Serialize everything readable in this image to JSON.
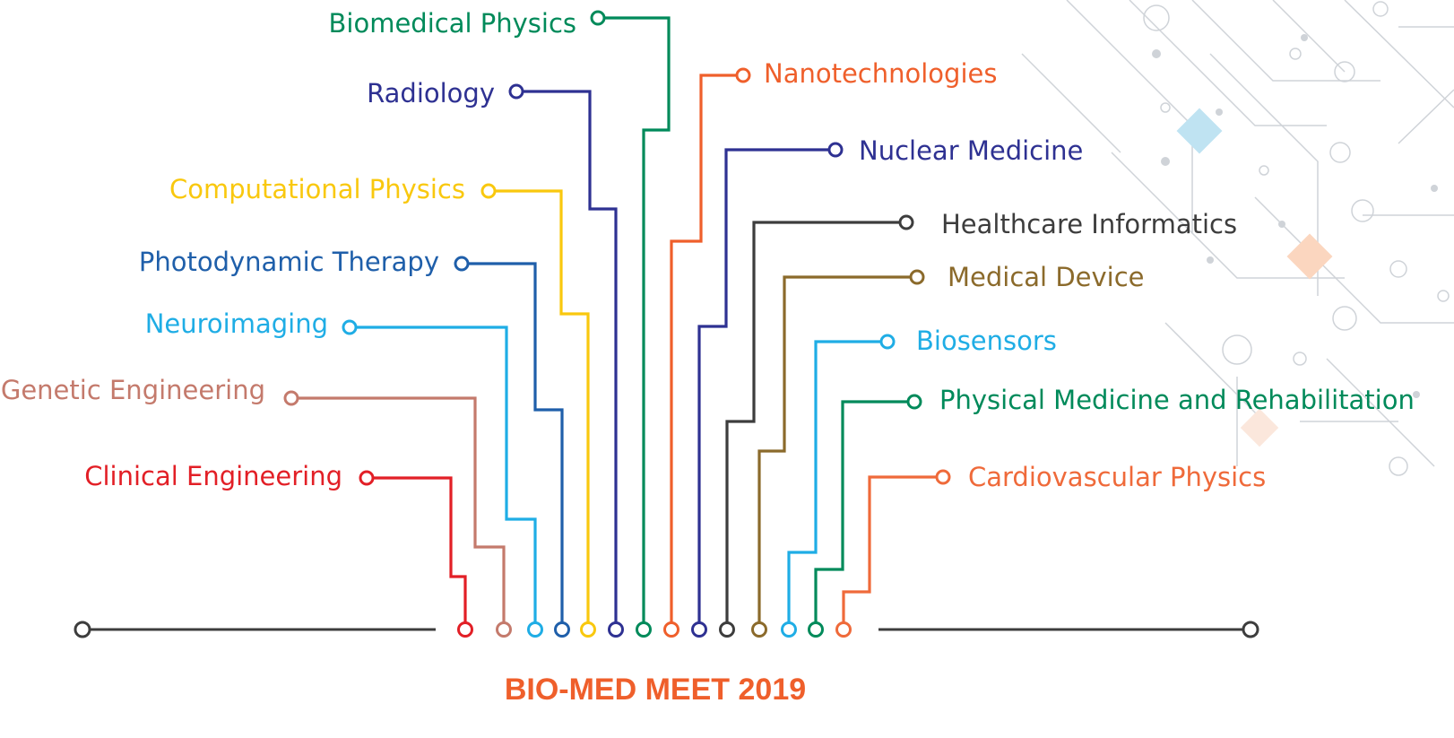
{
  "title": "BIO-MED MEET 2019",
  "colors": {
    "title": "#ef5f2b",
    "axis": "#3d3d3d",
    "background_pattern": "#cfd3d8",
    "accent_blue": "#bfe3f2",
    "accent_orange": "#fbd6bf"
  },
  "topics": [
    {
      "id": "clinical-engineering",
      "label": "Clinical Engineering",
      "color": "#e21f26",
      "side": "left"
    },
    {
      "id": "genetic-engineering",
      "label": "Genetic Engineering",
      "color": "#c47a6c",
      "side": "left"
    },
    {
      "id": "neuroimaging",
      "label": "Neuroimaging",
      "color": "#1fade5",
      "side": "left"
    },
    {
      "id": "photodynamic-therapy",
      "label": "Photodynamic Therapy",
      "color": "#1f5faa",
      "side": "left"
    },
    {
      "id": "computational-physics",
      "label": "Computational Physics",
      "color": "#f9c80e",
      "side": "left"
    },
    {
      "id": "radiology",
      "label": "Radiology",
      "color": "#2e3192",
      "side": "left"
    },
    {
      "id": "biomedical-physics",
      "label": "Biomedical Physics",
      "color": "#008a5a",
      "side": "left"
    },
    {
      "id": "nanotechnologies",
      "label": "Nanotechnologies",
      "color": "#ef5f2b",
      "side": "right"
    },
    {
      "id": "nuclear-medicine",
      "label": "Nuclear Medicine",
      "color": "#2e3192",
      "side": "right"
    },
    {
      "id": "healthcare-informatics",
      "label": "Healthcare Informatics",
      "color": "#3d3d3d",
      "side": "right"
    },
    {
      "id": "medical-device",
      "label": "Medical Device",
      "color": "#8b6a2b",
      "side": "right"
    },
    {
      "id": "biosensors",
      "label": "Biosensors",
      "color": "#1fade5",
      "side": "right"
    },
    {
      "id": "physical-medicine",
      "label": "Physical Medicine and Rehabilitation",
      "color": "#008a5a",
      "side": "right"
    },
    {
      "id": "cardiovascular-physics",
      "label": "Cardiovascular Physics",
      "color": "#ef6a3a",
      "side": "right"
    }
  ]
}
